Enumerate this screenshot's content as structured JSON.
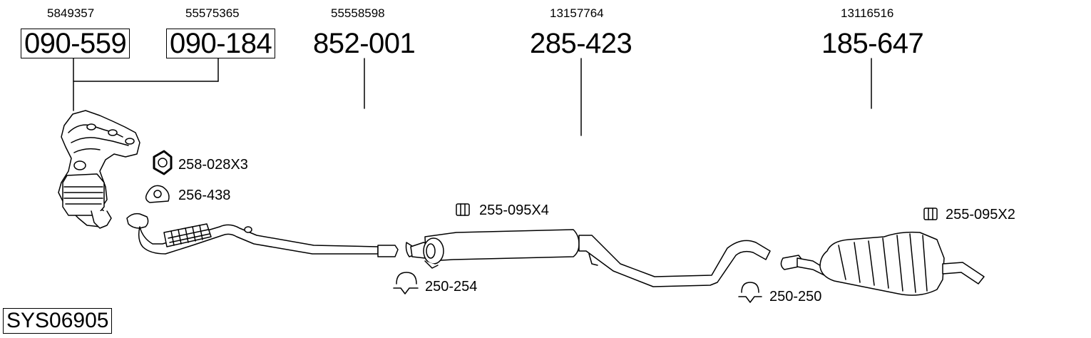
{
  "system_code": "SYS06905",
  "parts": [
    {
      "oem": "5849357",
      "number": "090-559",
      "boxed": true
    },
    {
      "oem": "55575365",
      "number": "090-184",
      "boxed": true
    },
    {
      "oem": "55558598",
      "number": "852-001",
      "boxed": false
    },
    {
      "oem": "13157764",
      "number": "285-423",
      "boxed": false
    },
    {
      "oem": "13116516",
      "number": "185-647",
      "boxed": false
    }
  ],
  "accessories": [
    {
      "number": "258-028X3",
      "icon": "hex-nut-icon"
    },
    {
      "number": "256-438",
      "icon": "flange-gasket-icon"
    },
    {
      "number": "255-095X4",
      "icon": "rubber-mount-icon"
    },
    {
      "number": "250-254",
      "icon": "pipe-clamp-icon"
    },
    {
      "number": "255-095X2",
      "icon": "rubber-mount-icon"
    },
    {
      "number": "250-250",
      "icon": "pipe-clamp-icon"
    }
  ]
}
